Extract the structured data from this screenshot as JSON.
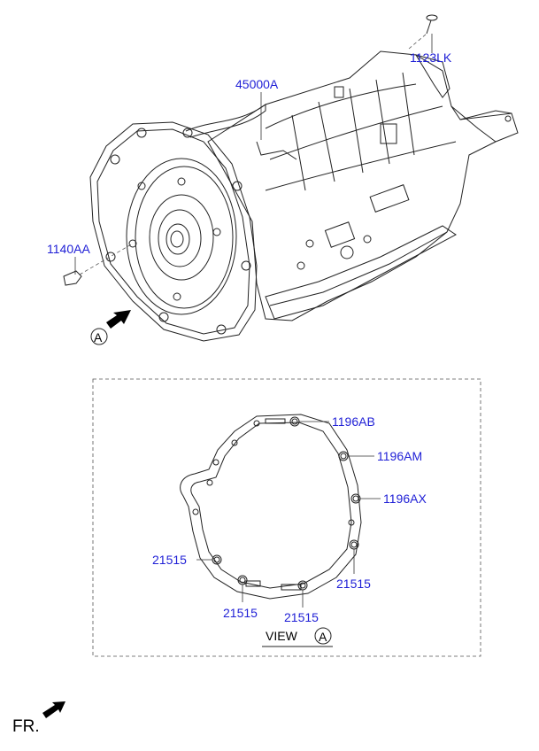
{
  "parts": {
    "bolt_top": "1123LK",
    "transmission": "45000A",
    "bolt_left": "1140AA",
    "bush_1": "1196AB",
    "bush_2": "1196AM",
    "bush_3": "1196AX",
    "bush_left": "21515",
    "bush_right": "21515",
    "bush_bottom_left": "21515",
    "bush_bottom_mid": "21515"
  },
  "view": {
    "view_word": "VIEW",
    "view_marker": "A",
    "arrow_marker": "A"
  },
  "direction": {
    "label": "FR."
  },
  "colors": {
    "label_blue": "#1f1fd6",
    "line": "#222222"
  },
  "icons": [
    "arrow-icon",
    "front-arrow-icon"
  ]
}
